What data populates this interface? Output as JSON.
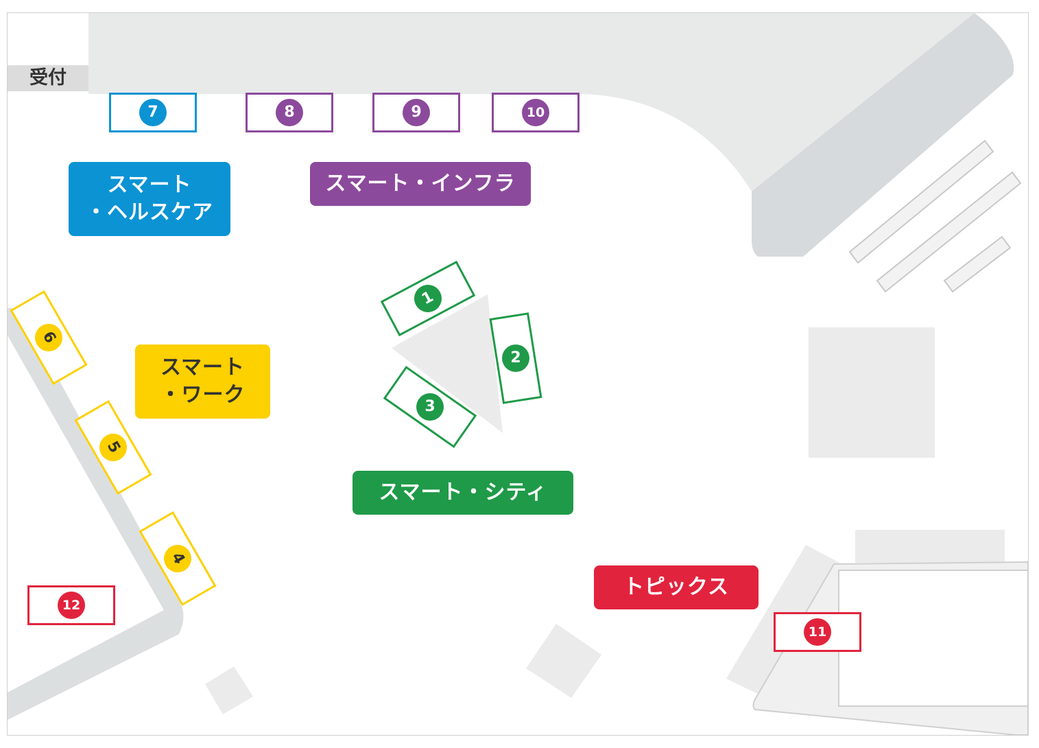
{
  "colors": {
    "health": "#0b93d4",
    "infra": "#8c4a9c",
    "work": "#fdd000",
    "city": "#1f9a48",
    "topics": "#e2233d",
    "road": "#dcdfe0",
    "area": "#ebebeb"
  },
  "map": {
    "reception": "受付",
    "zones": {
      "health": "スマート\n・ヘルスケア",
      "infra": "スマート・インフラ",
      "work": "スマート\n・ワーク",
      "city": "スマート・シティ",
      "topics": "トピックス"
    },
    "booths": {
      "b1": "1",
      "b2": "2",
      "b3": "3",
      "b4": "4",
      "b5": "5",
      "b6": "6",
      "b7": "7",
      "b8": "8",
      "b9": "9",
      "b10": "10",
      "b11": "11",
      "b12": "12"
    }
  }
}
